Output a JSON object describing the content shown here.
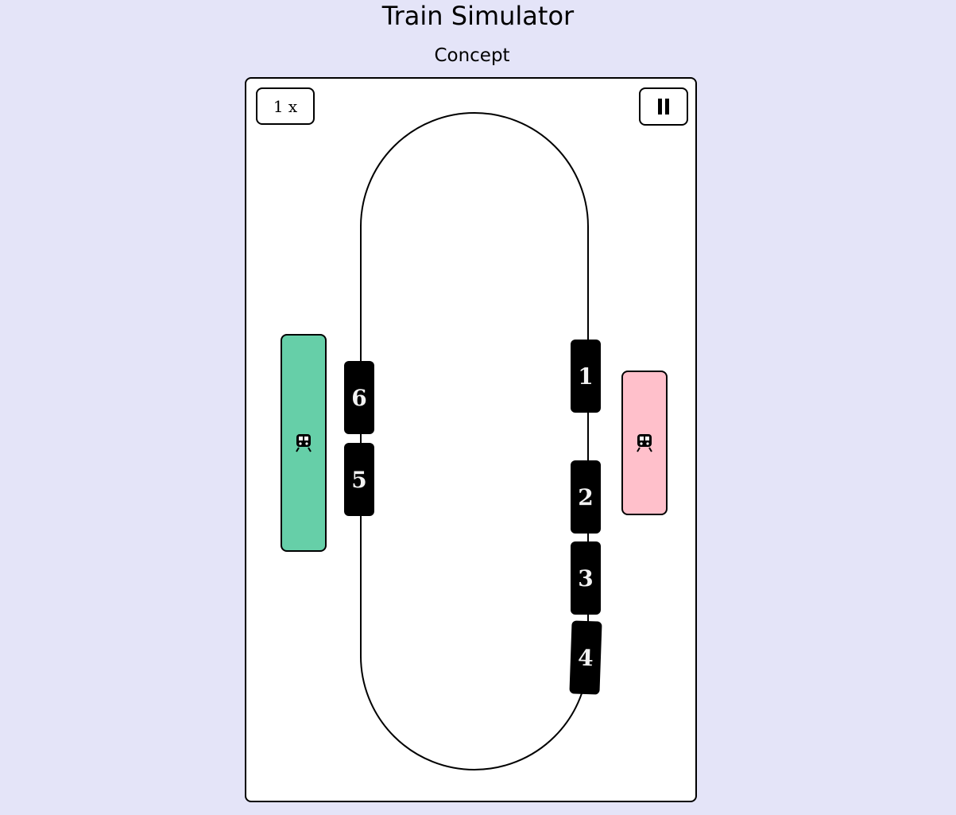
{
  "header": {
    "title": "Train Simulator",
    "subtitle": "Concept"
  },
  "controls": {
    "speed_label": "1 x",
    "pause_icon": "pause-icon"
  },
  "stations": [
    {
      "name": "station-green",
      "color": "#66cfa8",
      "icon": "train-icon"
    },
    {
      "name": "station-pink",
      "color": "#ffc0cb",
      "icon": "train-icon"
    }
  ],
  "cars": [
    {
      "label": "1"
    },
    {
      "label": "2"
    },
    {
      "label": "3"
    },
    {
      "label": "4"
    },
    {
      "label": "5"
    },
    {
      "label": "6"
    }
  ],
  "colors": {
    "background": "#e4e4f8",
    "board": "#ffffff",
    "car": "#000000",
    "car_text": "#f2f2f2"
  }
}
